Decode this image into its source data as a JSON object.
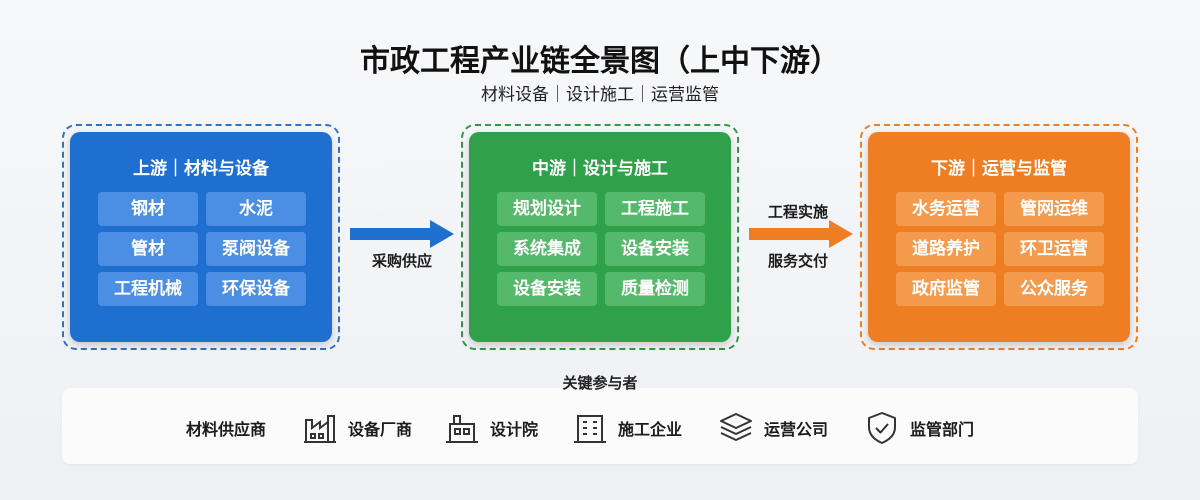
{
  "title": "市政工程产业链全景图（上中下游）",
  "subtitle": "材料设备｜设计施工｜运营监管",
  "stages": [
    {
      "name": "上游｜材料与设备",
      "items": [
        "钢材",
        "水泥",
        "管材",
        "泵阀设备",
        "工程机械",
        "环保设备"
      ],
      "color": "#1f6fd1",
      "chip_color": "#4a8fe3",
      "border_color": "#2f72cc"
    },
    {
      "name": "中游｜设计与施工",
      "items": [
        "规划设计",
        "工程施工",
        "系统集成",
        "设备安装",
        "设备安装",
        "质量检测"
      ],
      "color": "#2fa14a",
      "chip_color": "#54b96a",
      "border_color": "#2f9a48"
    },
    {
      "name": "下游｜运营与监管",
      "items": [
        "水务运营",
        "管网运维",
        "道路养护",
        "环卫运营",
        "政府监管",
        "公众服务"
      ],
      "color": "#ef7d22",
      "chip_color": "#f49a4d",
      "border_color": "#ee7f2a"
    }
  ],
  "connectors": [
    {
      "labels": [
        "采购供应"
      ],
      "color": "#1f6fd1"
    },
    {
      "labels": [
        "工程实施",
        "服务交付"
      ],
      "color": "#ef7d22"
    }
  ],
  "participants": {
    "title": "关键参与者",
    "items": [
      {
        "label": "材料供应商",
        "icon": ""
      },
      {
        "label": "设备厂商",
        "icon": "factory-icon"
      },
      {
        "label": "设计院",
        "icon": "design-institute-icon"
      },
      {
        "label": "施工企业",
        "icon": "building-icon"
      },
      {
        "label": "运营公司",
        "icon": "layers-icon"
      },
      {
        "label": "监管部门",
        "icon": "shield-check-icon"
      }
    ]
  }
}
